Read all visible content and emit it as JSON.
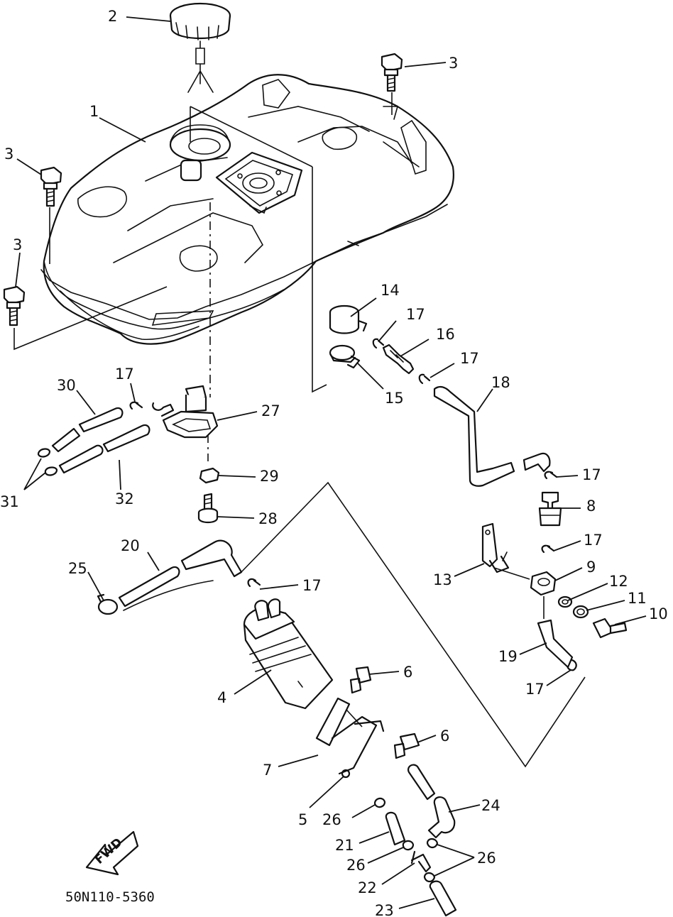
{
  "diagram": {
    "callouts": {
      "c1": "1",
      "c2": "2",
      "c3a": "3",
      "c3b": "3",
      "c3c": "3",
      "c4": "4",
      "c5": "5",
      "c6a": "6",
      "c6b": "6",
      "c7": "7",
      "c8": "8",
      "c9": "9",
      "c10": "10",
      "c11": "11",
      "c12": "12",
      "c13": "13",
      "c14": "14",
      "c15": "15",
      "c16": "16",
      "c17a": "17",
      "c17b": "17",
      "c17c": "17",
      "c17d": "17",
      "c17e": "17",
      "c17f": "17",
      "c17g": "17",
      "c18": "18",
      "c19": "19",
      "c20": "20",
      "c21": "21",
      "c22": "22",
      "c23": "23",
      "c24": "24",
      "c25": "25",
      "c26a": "26",
      "c26b": "26",
      "c26c": "26",
      "c27": "27",
      "c28": "28",
      "c29": "29",
      "c30": "30",
      "c31": "31",
      "c32": "32"
    },
    "fwd_label": "FWD",
    "drawing_code": "50N110-5360"
  }
}
